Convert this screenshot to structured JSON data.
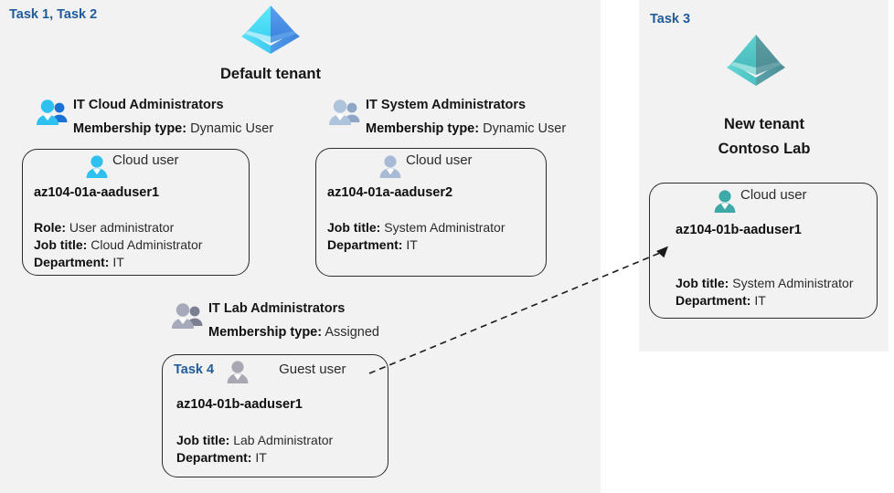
{
  "colors": {
    "panel_bg": "#f2f2f2",
    "page_bg": "#ffffff",
    "task_blue": "#1F5C99",
    "card_border": "#2b2b2b",
    "text_dark": "#0f0f0f",
    "text_body": "#2b2b2b",
    "tenant_pyramid_cyan": "#4fd8f5",
    "tenant_pyramid_blue": "#3f87e8",
    "tenant_pyramid_teal": "#4fc3c3",
    "tenant_pyramid_teal_dark": "#4a8f93",
    "user_cyan": "#2ec0ee",
    "user_gray_blue": "#a9bbd4",
    "user_teal": "#3fa9a9",
    "user_gray": "#a8a8b4"
  },
  "left_panel": {
    "task_label": "Task 1, Task 2",
    "tenant": {
      "name": "Default tenant",
      "icon": "azure-ad-tenant-icon"
    },
    "groups": [
      {
        "id": "it-cloud-administrators",
        "icon": "users-group-icon",
        "title": "IT Cloud Administrators",
        "meta_label": "Membership type:",
        "meta_value": "Dynamic User",
        "card": {
          "icon": "cloud-user-icon",
          "kind": "Cloud user",
          "name": "az104-01a-aaduser1",
          "attrs": [
            {
              "label": "Role:",
              "value": "User administrator"
            },
            {
              "label": "Job title:",
              "value": "Cloud Administrator"
            },
            {
              "label": "Department:",
              "value": "IT"
            }
          ]
        }
      },
      {
        "id": "it-system-administrators",
        "icon": "users-group-icon",
        "title": "IT System Administrators",
        "meta_label": "Membership type:",
        "meta_value": "Dynamic User",
        "card": {
          "icon": "cloud-user-icon",
          "kind": "Cloud user",
          "name": "az104-01a-aaduser2",
          "attrs": [
            {
              "label": "Job title:",
              "value": "System Administrator"
            },
            {
              "label": "Department:",
              "value": "IT"
            }
          ]
        }
      },
      {
        "id": "it-lab-administrators",
        "icon": "users-group-icon",
        "title": "IT Lab Administrators",
        "meta_label": "Membership type:",
        "meta_value": "Assigned",
        "card": {
          "task_inline": "Task 4",
          "icon": "guest-user-icon",
          "kind": "Guest user",
          "name": "az104-01b-aaduser1",
          "attrs": [
            {
              "label": "Job title:",
              "value": "Lab Administrator"
            },
            {
              "label": "Department:",
              "value": "IT"
            }
          ]
        }
      }
    ]
  },
  "right_panel": {
    "task_label": "Task 3",
    "tenant": {
      "icon": "azure-ad-tenant-icon",
      "name_line1": "New  tenant",
      "name_line2": "Contoso Lab"
    },
    "card": {
      "icon": "cloud-user-icon",
      "kind": "Cloud user",
      "name": "az104-01b-aaduser1",
      "attrs": [
        {
          "label": "Job title:",
          "value": "System Administrator"
        },
        {
          "label": "Department:",
          "value": "IT"
        }
      ]
    }
  },
  "connector": {
    "name": "guest-user-to-new-tenant-arrow",
    "style": "dashed-arrow"
  }
}
